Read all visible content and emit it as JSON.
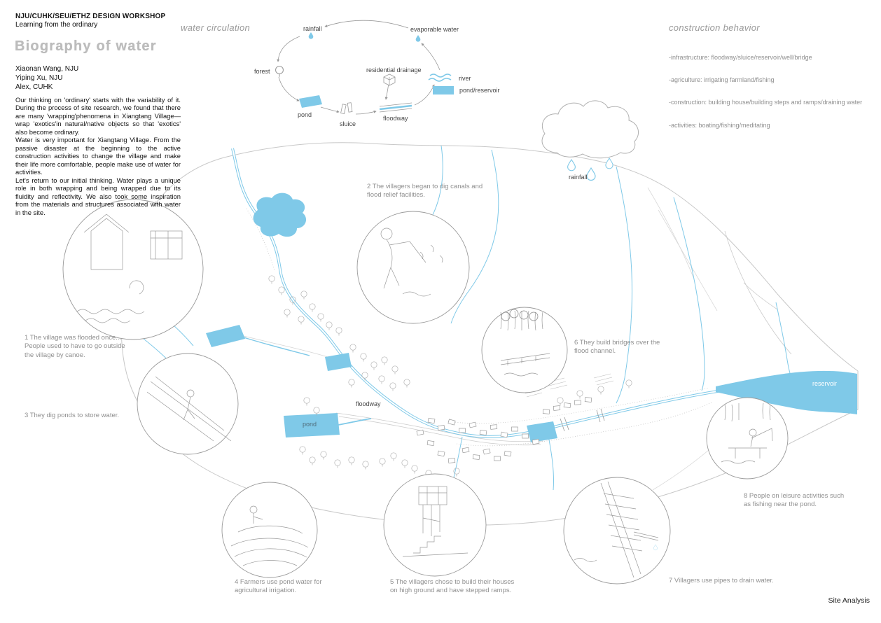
{
  "header": {
    "workshop": "NJU/CUHK/SEU/ETHZ DESIGN WORKSHOP",
    "subtitle": "Learning from the ordinary",
    "title": "Biography of water",
    "authors": [
      "Xiaonan Wang, NJU",
      "Yiping Xu, NJU",
      "Alex, CUHK"
    ],
    "body": [
      "Our thinking on 'ordinary' starts with the variability of it. During the process of site research, we found that there are many 'wrapping'phenomena in Xiangtang Village—wrap 'exotics'in natural/native objects so that 'exotics' also become ordinary.",
      "Water is very important for Xiangtang Village. From the passive disaster at the beginning to the active construction activities to change the village and make their life more comfortable, people make use of water for activities.",
      "Let's return to our initial thinking. Water plays a unique role in both wrapping and being wrapped due to its fluidity and reflectivity. We also took some inspiration from the materials and structures associated with water in the site."
    ]
  },
  "circulation": {
    "title": "water circulation",
    "rainfall": "rainfall",
    "evaporable": "evaporable water",
    "forest": "forest",
    "residential": "residential drainage",
    "river": "river",
    "pond_reservoir": "pond/reservoir",
    "pond": "pond",
    "sluice": "sluice",
    "floodway": "floodway"
  },
  "behavior": {
    "title": "construction behavior",
    "items": [
      "-infrastructure: floodway/sluice/reservoir/well/bridge",
      "-agriculture: irrigating farmland/fishing",
      "-construction: building house/building steps and ramps/draining water",
      "-activities: boating/fishing/meditating"
    ]
  },
  "map": {
    "rainfall": "rainfall",
    "floodway": "floodway",
    "pond": "pond",
    "reservoir": "reservoir"
  },
  "annotations": [
    "1 The village was flooded once... People used to have to go outside the village by canoe.",
    "2 The villagers began to dig canals and flood relief facilities.",
    "3 They dig ponds to store water.",
    "4 Farmers use pond water for agricultural irrigation.",
    "5 The villagers chose to build their houses on high ground and have stepped ramps.",
    "6 They build bridges over the flood channel.",
    "7 Villagers use pipes to drain water.",
    "8 People on leisure activities such as fishing near the pond."
  ],
  "footer": {
    "label": "Site Analysis"
  },
  "colors": {
    "water": "#7fc9e8",
    "sketch": "#9a9a9a"
  }
}
